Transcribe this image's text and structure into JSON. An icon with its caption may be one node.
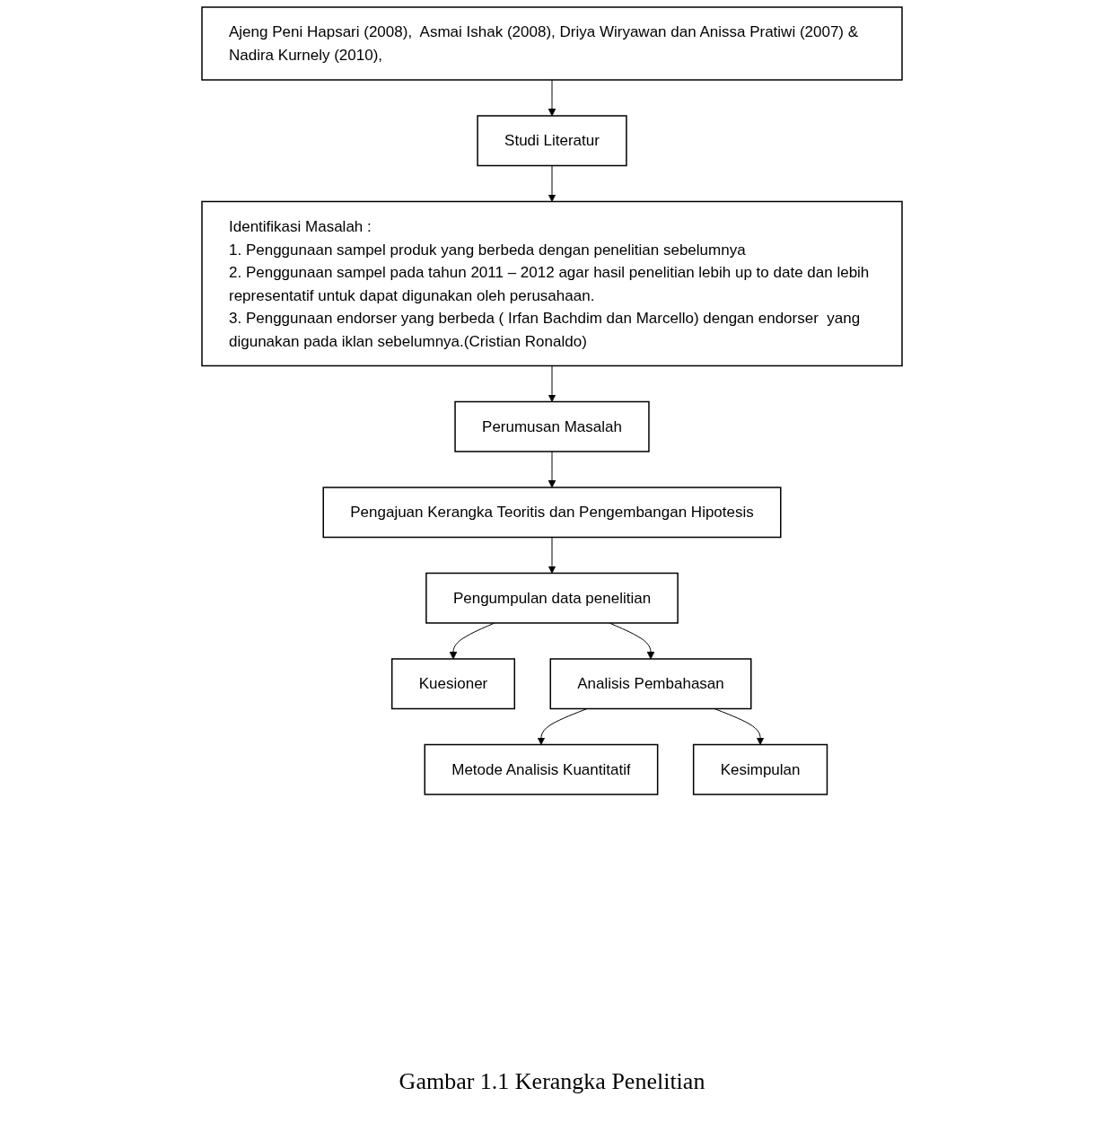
{
  "diagram": {
    "caption": "Gambar 1.1 Kerangka Penelitian",
    "nodes": [
      {
        "text": [
          "Ajeng Peni Hapsari (2008),  Asmai Ishak (2008), Driya Wiryawan dan Anissa Pratiwi (2007) & Nadira Kurnely (2010),"
        ]
      },
      {
        "text": [
          "Studi Literatur"
        ]
      },
      {
        "text": [
          "Identifikasi Masalah :",
          "1. Penggunaan sampel produk yang berbeda dengan penelitian sebelumnya",
          "2. Penggunaan sampel pada tahun 2011 – 2012 agar hasil penelitian lebih up to date dan lebih representatif untuk dapat digunakan oleh perusahaan.",
          "3. Penggunaan endorser yang berbeda ( Irfan Bachdim dan Marcello) dengan endorser  yang digunakan pada iklan sebelumnya.(Cristian Ronaldo)"
        ]
      },
      {
        "text": [
          "Perumusan Masalah"
        ]
      },
      {
        "text": [
          "Pengajuan Kerangka Teoritis dan Pengembangan Hipotesis"
        ]
      },
      {
        "text": [
          "Pengumpulan data penelitian"
        ]
      },
      {
        "text": [
          "Kuesioner"
        ]
      },
      {
        "text": [
          "Analisis Pembahasan"
        ]
      },
      {
        "text": [
          "Metode Analisis Kuantitatif"
        ]
      },
      {
        "text": [
          "Kesimpulan"
        ]
      }
    ],
    "edges": [
      {
        "from": 0,
        "to": 1,
        "arrow": "to"
      },
      {
        "from": 1,
        "to": 2,
        "arrow": "to"
      },
      {
        "from": 2,
        "to": 3,
        "arrow": "to"
      },
      {
        "from": 3,
        "to": 4,
        "arrow": "to"
      },
      {
        "from": 4,
        "to": 5,
        "arrow": "to"
      },
      {
        "from": 5,
        "to": 6,
        "arrow": "to"
      },
      {
        "from": 5,
        "to": 7,
        "arrow": "to"
      },
      {
        "from": 7,
        "to": 8,
        "arrow": "to"
      },
      {
        "from": 7,
        "to": 9,
        "arrow": "to"
      }
    ]
  }
}
